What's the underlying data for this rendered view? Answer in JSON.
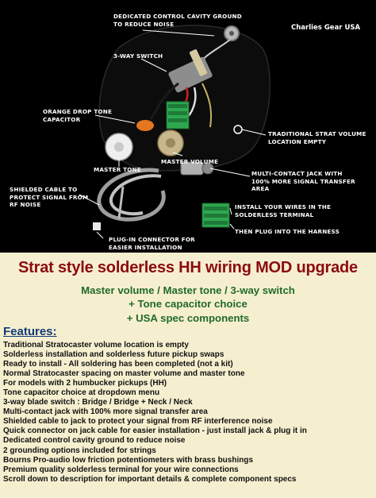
{
  "photo": {
    "brand": "Charlies Gear USA",
    "callouts": {
      "ground": "DEDICATED CONTROL CAVITY GROUND\nTO REDUCE NOISE",
      "switch": "3-WAY SWITCH",
      "capacitor": "ORANGE DROP TONE\nCAPACITOR",
      "volume_location": "TRADITIONAL STRAT VOLUME\nLOCATION EMPTY",
      "master_tone": "MASTER TONE",
      "master_volume": "MASTER VOLUME",
      "shielded": "SHIELDED CABLE TO\nPROTECT SIGNAL FROM\nRF NOISE",
      "jack": "MULTI-CONTACT JACK WITH\n100% MORE SIGNAL TRANSFER\nAREA",
      "install": "INSTALL YOUR WIRES IN THE\nSOLDERLESS TERMINAL",
      "plug_harness": "THEN PLUG INTO THE HARNESS",
      "plug_connector": "PLUG-IN CONNECTOR FOR\nEASIER INSTALLATION"
    }
  },
  "panel": {
    "title": "Strat style solderless HH wiring MOD upgrade",
    "subtitles": [
      "Master volume / Master tone / 3-way switch",
      "+ Tone capacitor choice",
      "+ USA spec components"
    ],
    "features_heading": "Features:",
    "features": [
      "Traditional Stratocaster volume location is empty",
      "Solderless installation and solderless future pickup swaps",
      "Ready to install - All soldering has been completed (not a kit)",
      "Normal Stratocaster spacing on master volume and master tone",
      "For models with 2 humbucker pickups (HH)",
      "Tone capacitor choice at dropdown menu",
      "3-way blade switch : Bridge / Bridge + Neck / Neck",
      "Multi-contact jack with 100% more signal transfer area",
      "Shielded cable to jack to protect your signal from RF interference noise",
      "Quick connector on jack cable for easier installation - just install jack & plug it in",
      "Dedicated control cavity ground to reduce noise",
      "2 grounding options included for strings",
      "Bourns Pro-audio low friction potentiometers with brass bushings",
      "Premium quality solderless terminal for your wire connections",
      "Scroll down to description for important details & complete component specs"
    ]
  },
  "colors": {
    "title": "#8b0b13",
    "subtitle": "#1f6b2a",
    "heading": "#123a78",
    "panel_bg": "#f6efcf",
    "photo_bg": "#000000",
    "terminal_green": "#2fa84f"
  }
}
